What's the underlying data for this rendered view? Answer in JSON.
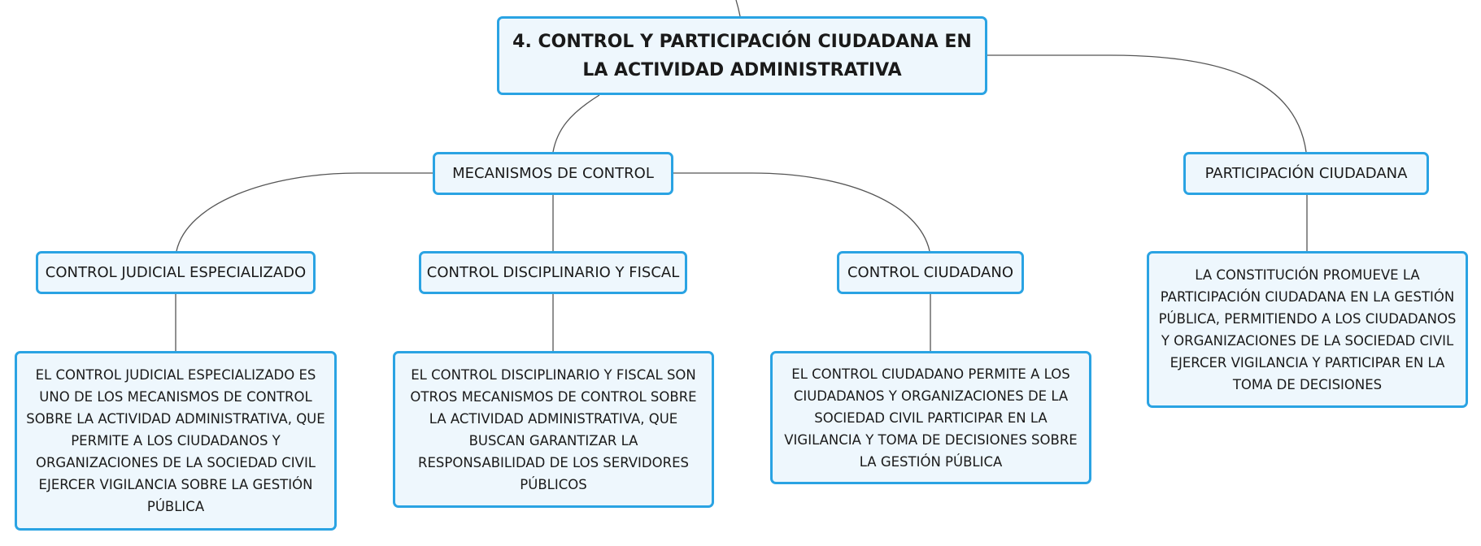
{
  "diagram": {
    "root": "4. CONTROL Y PARTICIPACIÓN CIUDADANA EN LA ACTIVIDAD ADMINISTRATIVA",
    "mecanismos": "MECANISMOS DE CONTROL",
    "participacion": "PARTICIPACIÓN CIUDADANA",
    "control_judicial": "CONTROL JUDICIAL ESPECIALIZADO",
    "control_disciplinario": "CONTROL DISCIPLINARIO Y FISCAL",
    "control_ciudadano": "CONTROL CIUDADANO",
    "control_judicial_desc": "EL CONTROL JUDICIAL ESPECIALIZADO ES UNO DE LOS MECANISMOS DE CONTROL SOBRE LA ACTIVIDAD ADMINISTRATIVA, QUE PERMITE A LOS CIUDADANOS Y ORGANIZACIONES DE LA SOCIEDAD CIVIL EJERCER VIGILANCIA SOBRE LA GESTIÓN PÚBLICA",
    "control_disciplinario_desc": "EL CONTROL DISCIPLINARIO Y FISCAL SON OTROS MECANISMOS DE CONTROL SOBRE LA ACTIVIDAD ADMINISTRATIVA, QUE BUSCAN GARANTIZAR LA RESPONSABILIDAD DE LOS SERVIDORES PÚBLICOS",
    "control_ciudadano_desc": "EL CONTROL CIUDADANO PERMITE A LOS CIUDADANOS Y ORGANIZACIONES DE LA SOCIEDAD CIVIL PARTICIPAR EN LA VIGILANCIA Y TOMA DE DECISIONES SOBRE LA GESTIÓN PÚBLICA",
    "participacion_desc": "LA CONSTITUCIÓN PROMUEVE LA PARTICIPACIÓN CIUDADANA EN LA GESTIÓN PÚBLICA, PERMITIENDO A LOS CIUDADANOS Y ORGANIZACIONES DE LA SOCIEDAD CIVIL EJERCER VIGILANCIA Y PARTICIPAR EN LA TOMA DE DECISIONES"
  },
  "colors": {
    "node_border": "#2aa3e3",
    "node_fill": "#eef7fd",
    "connector": "#555555"
  }
}
